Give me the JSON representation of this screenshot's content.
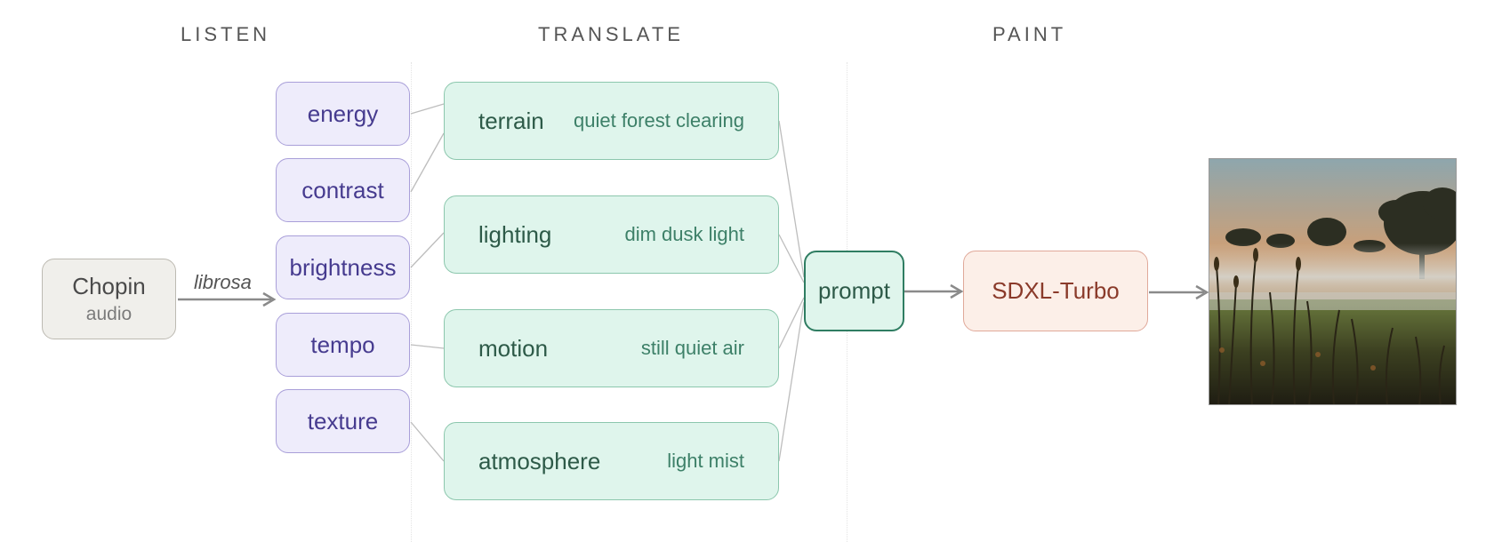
{
  "stages": [
    "LISTEN",
    "TRANSLATE",
    "PAINT"
  ],
  "source": {
    "title": "Chopin",
    "subtitle": "audio"
  },
  "extractor_label": "librosa",
  "features": [
    "energy",
    "contrast",
    "brightness",
    "tempo",
    "texture"
  ],
  "translations": [
    {
      "key": "terrain",
      "value": "quiet forest clearing"
    },
    {
      "key": "lighting",
      "value": "dim dusk light"
    },
    {
      "key": "motion",
      "value": "still quiet air"
    },
    {
      "key": "atmosphere",
      "value": "light mist"
    }
  ],
  "prompt_label": "prompt",
  "model_label": "SDXL-Turbo",
  "output_image": "misty meadow at dusk with tall grass and trees"
}
